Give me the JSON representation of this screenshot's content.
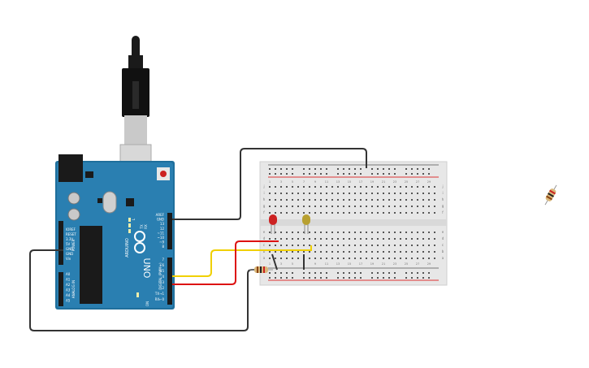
{
  "board": {
    "brand": "ARDUINO",
    "model": "UNO",
    "digital_label": "DIGITAL (PWM~)",
    "power_label": "POWER",
    "analog_label": "ANALOG IN",
    "tx_label": "TX",
    "rx_label": "RX",
    "on_label": "ON",
    "l_label": "L",
    "header_pins_top": [
      "AREF",
      "GND",
      "13",
      "12",
      "~11",
      "~10",
      "~9",
      "8"
    ],
    "header_pins_bottom": [
      "7",
      "~6",
      "~5",
      "4",
      "~3",
      "2",
      "TX→1",
      "RX←0"
    ],
    "power_pins": [
      "IOREF",
      "RESET",
      "3.3V",
      "5V",
      "GND",
      "GND",
      "Vin"
    ],
    "analog_pins": [
      "A0",
      "A1",
      "A2",
      "A3",
      "A4",
      "A5"
    ]
  },
  "breadboard": {
    "column_numbers": [
      "1",
      "3",
      "5",
      "7",
      "9",
      "11",
      "13",
      "15",
      "17",
      "19",
      "21",
      "23",
      "25",
      "27",
      "29"
    ],
    "row_letters_top": [
      "j",
      "i",
      "h",
      "g",
      "f"
    ],
    "row_letters_bottom": [
      "e",
      "d",
      "c",
      "b",
      "a"
    ]
  },
  "components": {
    "led_colors": [
      "#cc2222",
      "#b8a030"
    ],
    "wire_colors": {
      "black": "#333333",
      "red": "#dd1111",
      "yellow": "#f0d000"
    }
  }
}
